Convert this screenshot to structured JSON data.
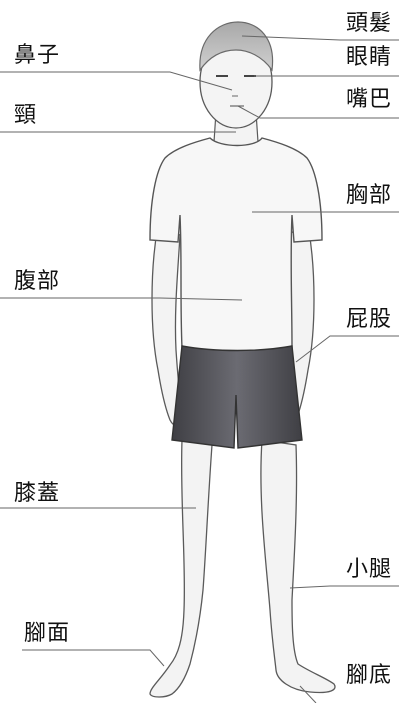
{
  "labels": {
    "hair": "頭髮",
    "eyes": "眼睛",
    "mouth": "嘴巴",
    "chest": "胸部",
    "buttocks": "屁股",
    "calf": "小腿",
    "sole": "腳底",
    "nose": "鼻子",
    "neck": "頸",
    "abdomen": "腹部",
    "knee": "膝蓋",
    "instep": "腳面"
  },
  "colors": {
    "skin": "#f4f4f4",
    "outline": "#555555",
    "hair": "#b8b8b8",
    "shirt": "#f7f7f7",
    "shorts": "#505055",
    "leader": "#666666"
  }
}
